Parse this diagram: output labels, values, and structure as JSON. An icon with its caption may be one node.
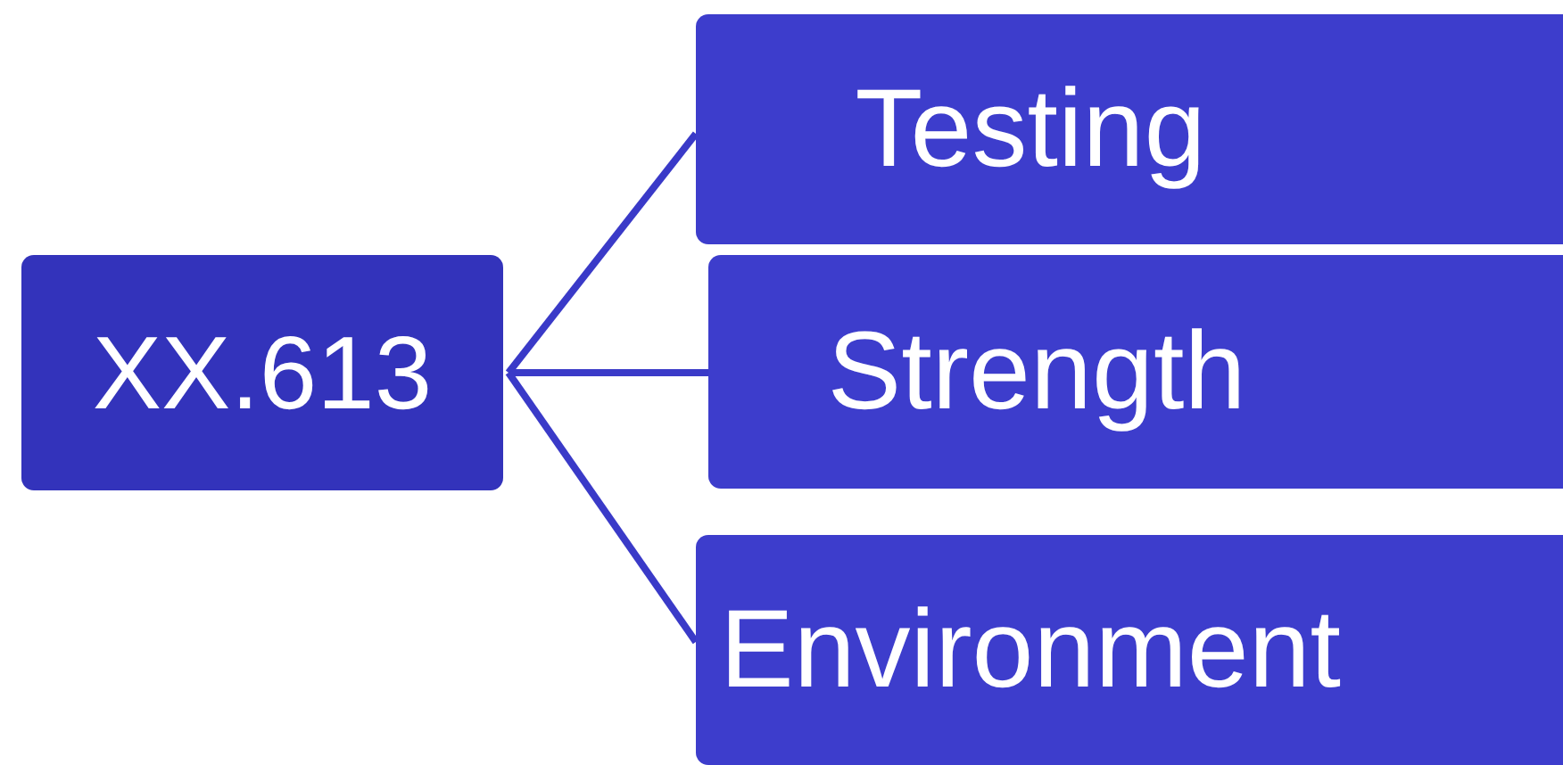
{
  "diagram": {
    "nodes": [
      {
        "text": [
          "XX.613"
        ]
      },
      {
        "text": [
          "Testing"
        ]
      },
      {
        "text": [
          "Strength"
        ]
      },
      {
        "text": [
          "Environment"
        ]
      }
    ],
    "edges": [
      {
        "from": 0,
        "to": 1,
        "arrow": "none"
      },
      {
        "from": 0,
        "to": 2,
        "arrow": "none"
      },
      {
        "from": 0,
        "to": 3,
        "arrow": "none"
      }
    ]
  }
}
